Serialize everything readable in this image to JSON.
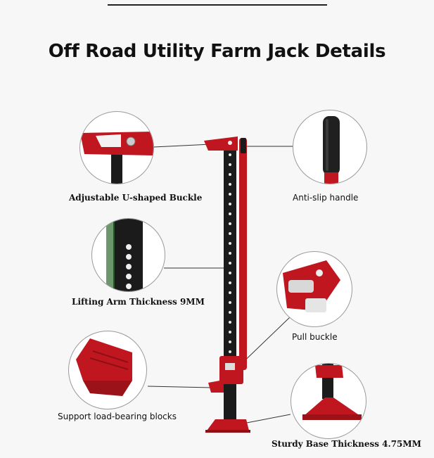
{
  "title": "Off Road Utility Farm Jack Details",
  "callouts": {
    "buckle": "Adjustable U-shaped Buckle",
    "handle": "Anti-slip handle",
    "lifting_arm": "Lifting Arm Thickness 9MM",
    "pull_buckle": "Pull buckle",
    "blocks": "Support load-bearing blocks",
    "base": "Sturdy Base Thickness 4.75MM"
  },
  "colors": {
    "jack_red": "#c0161f",
    "dark_red": "#8e0f15",
    "rack_black": "#1b1b1b",
    "background": "#f7f7f7"
  }
}
